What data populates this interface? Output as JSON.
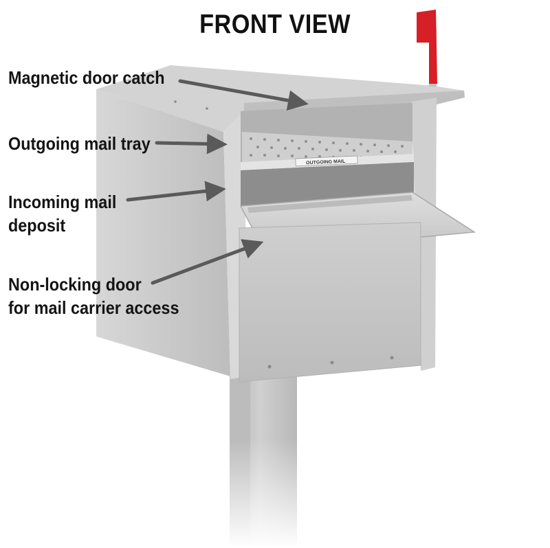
{
  "title": "FRONT VIEW",
  "callouts": [
    {
      "lines": [
        "Magnetic door catch"
      ]
    },
    {
      "lines": [
        "Outgoing mail tray"
      ]
    },
    {
      "lines": [
        "Incoming mail",
        "deposit"
      ]
    },
    {
      "lines": [
        "Non-locking door",
        "for mail carrier access"
      ]
    }
  ],
  "tray_label": "OUTGOING MAIL",
  "colors": {
    "flag": "#d61f26",
    "body": "#c9c9c9",
    "arrow": "#5a5a5a",
    "text": "#141414"
  }
}
